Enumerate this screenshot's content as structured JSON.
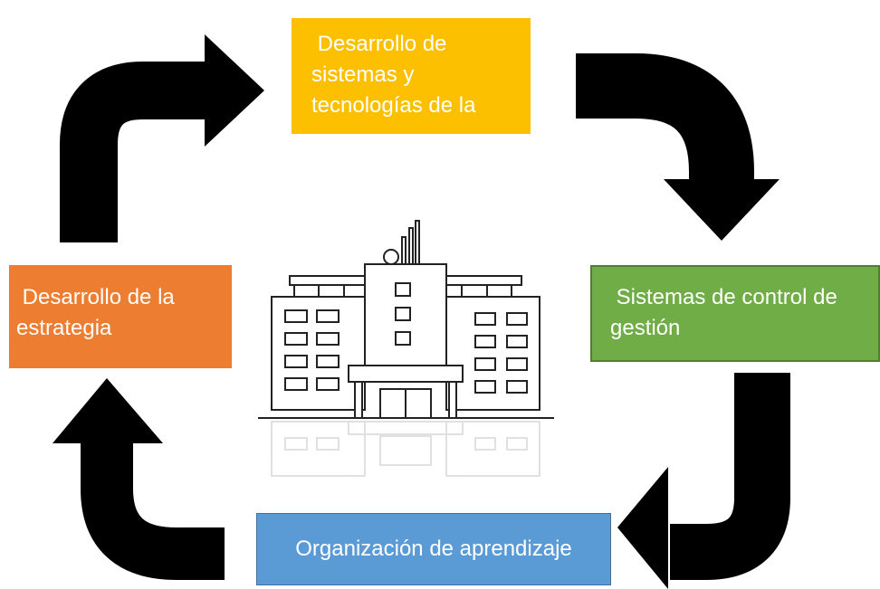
{
  "colors": {
    "arrow": "#000000",
    "top_box": "#fcc000",
    "left_box": "#ed7d31",
    "right_box": "#70ad47",
    "bottom_box": "#5b9bd5",
    "box_text": "#ffffff"
  },
  "boxes": {
    "top": {
      "lines": [
        " Desarrollo de",
        "sistemas y",
        "tecnologías de la"
      ]
    },
    "left": {
      "lines": [
        " Desarrollo de la",
        "estrategia"
      ]
    },
    "right": {
      "lines": [
        " Sistemas de control de",
        "gestión"
      ]
    },
    "bottom": {
      "lines": [
        "Organización de aprendizaje"
      ]
    }
  },
  "icons": {
    "center": "office-building-icon",
    "arrows": [
      "curved-arrow-up-right-icon",
      "curved-arrow-right-down-icon",
      "curved-arrow-down-left-icon",
      "curved-arrow-left-up-icon"
    ]
  }
}
